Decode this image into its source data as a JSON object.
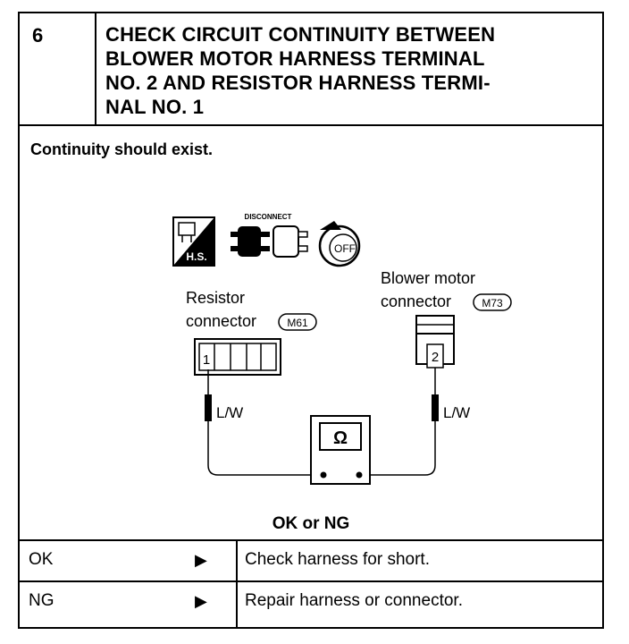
{
  "step": {
    "number": "6",
    "title_lines": [
      "CHECK CIRCUIT CONTINUITY BETWEEN",
      "BLOWER MOTOR HARNESS TERMINAL",
      "NO. 2 AND RESISTOR HARNESS TERMI-",
      "NAL NO. 1"
    ],
    "instruction": "Continuity should exist."
  },
  "diagram": {
    "hs_label": "H.S.",
    "disconnect_label": "DISCONNECT",
    "off_label": "OFF",
    "resistor_label_line1": "Resistor",
    "resistor_label_line2": "connector",
    "resistor_connector_id": "M61",
    "blower_label_line1": "Blower motor",
    "blower_label_line2": "connector",
    "blower_connector_id": "M73",
    "resistor_terminal": "1",
    "blower_terminal": "2",
    "wire_color_left": "L/W",
    "wire_color_right": "L/W",
    "meter_symbol": "Ω"
  },
  "question": "OK or NG",
  "results": [
    {
      "result": "OK",
      "arrow": "▶",
      "action": "Check harness for short."
    },
    {
      "result": "NG",
      "arrow": "▶",
      "action": "Repair harness or connector."
    }
  ]
}
